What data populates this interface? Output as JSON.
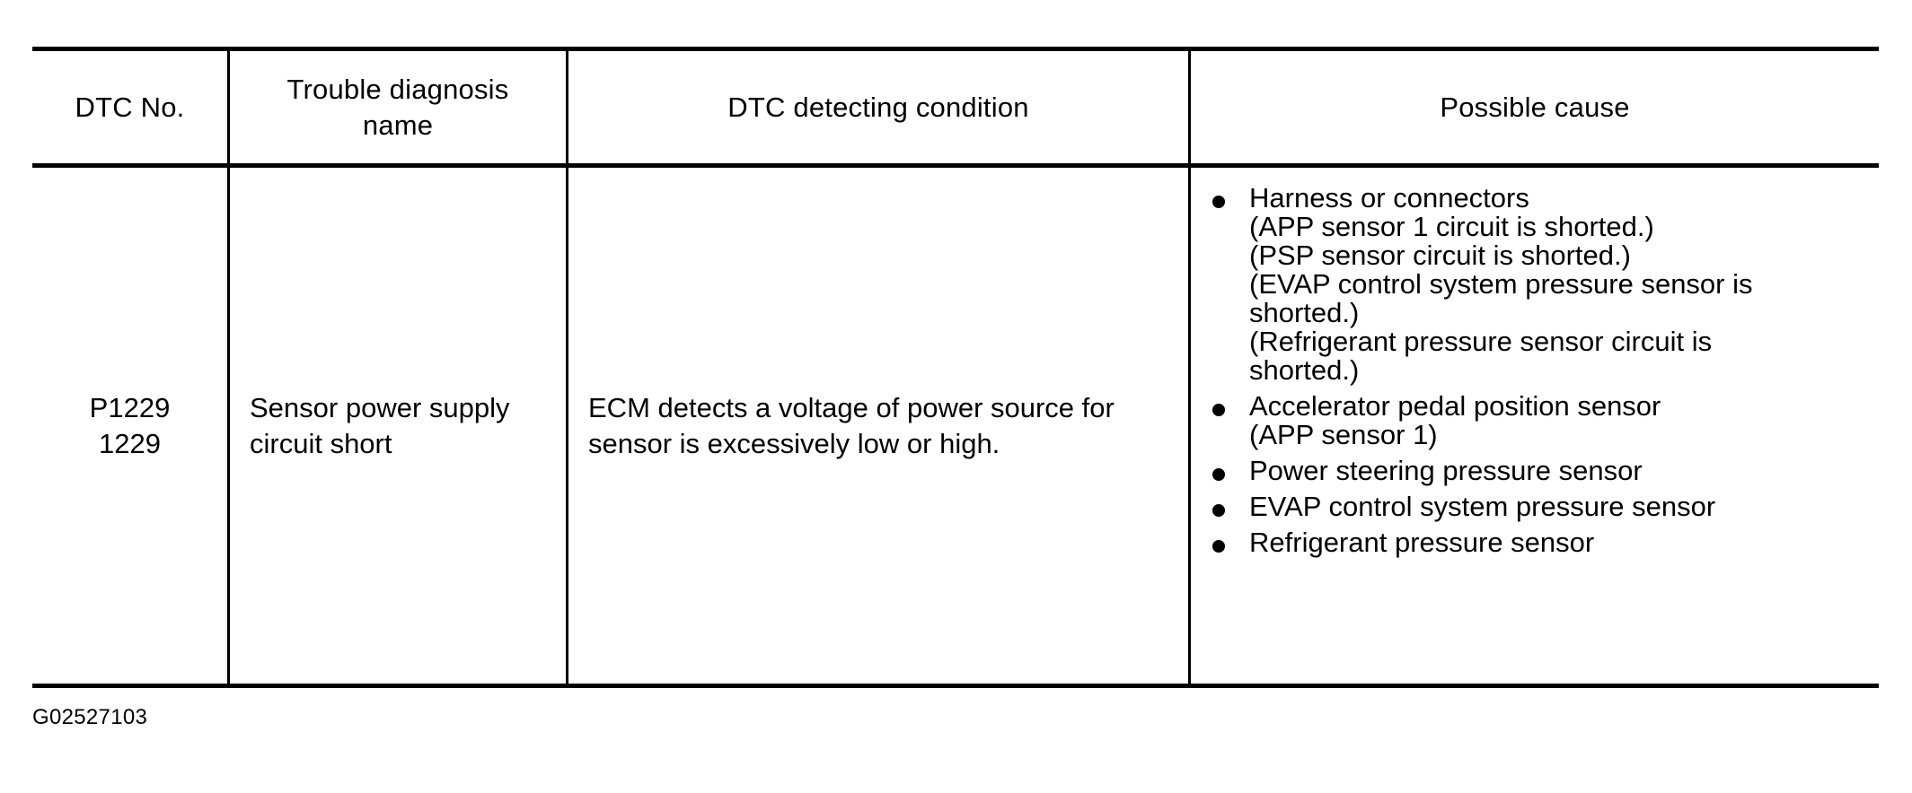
{
  "table": {
    "headers": [
      {
        "id": "dtc-no",
        "label": "DTC No."
      },
      {
        "id": "trouble-diagnosis-name",
        "label_line1": "Trouble diagnosis",
        "label_line2": "name"
      },
      {
        "id": "dtc-detecting-condition",
        "label": "DTC detecting condition"
      },
      {
        "id": "possible-cause",
        "label": "Possible cause"
      }
    ],
    "row": {
      "dtc_no_line1": "P1229",
      "dtc_no_line2": "1229",
      "trouble_diagnosis_name_line1": "Sensor power supply",
      "trouble_diagnosis_name_line2": "circuit short",
      "detecting_condition_line1": "ECM detects a voltage of power source for",
      "detecting_condition_line2": "sensor is excessively low or high.",
      "possible_causes": [
        {
          "bullet": "bullet-icon",
          "lines": [
            "Harness or connectors",
            "(APP sensor 1 circuit is shorted.)",
            "(PSP sensor circuit is shorted.)",
            "(EVAP control system pressure sensor is",
            "shorted.)",
            "(Refrigerant pressure sensor circuit is",
            "shorted.)"
          ]
        },
        {
          "bullet": "bullet-icon",
          "lines": [
            "Accelerator pedal position sensor",
            "(APP sensor 1)"
          ]
        },
        {
          "bullet": "bullet-icon",
          "lines": [
            "Power steering pressure sensor"
          ]
        },
        {
          "bullet": "bullet-icon",
          "lines": [
            "EVAP control system pressure sensor"
          ]
        },
        {
          "bullet": "bullet-icon",
          "lines": [
            "Refrigerant pressure sensor"
          ]
        }
      ]
    }
  },
  "caption": {
    "figure_id": "G02527103"
  },
  "colors": {
    "background": "#ffffff",
    "ink": "#000000"
  }
}
